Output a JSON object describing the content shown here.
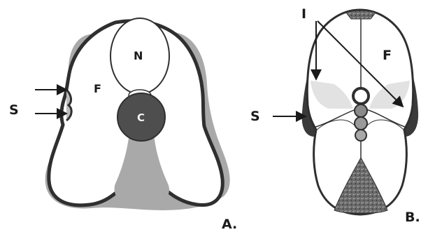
{
  "figure": {
    "panel_a": {
      "panel_label": "A.",
      "labels": {
        "n": "N",
        "c": "C",
        "f": "F",
        "s": "S"
      }
    },
    "panel_b": {
      "panel_label": "B.",
      "labels": {
        "i": "I",
        "f": "F",
        "s": "S"
      }
    },
    "colors": {
      "outline": "#2f2f2f",
      "shade": "#a9a9a9",
      "dark": "#3a3a3a",
      "c_region": "#4e4e4e"
    }
  }
}
